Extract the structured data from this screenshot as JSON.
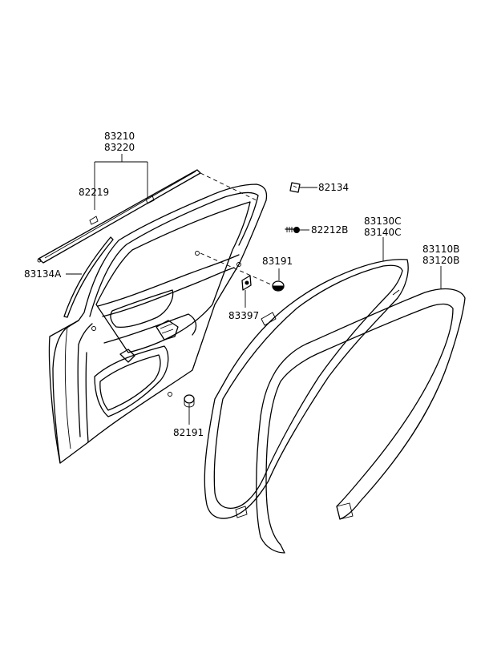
{
  "labels": {
    "p83210": "83210",
    "p83220": "83220",
    "p82219": "82219",
    "p82134": "82134",
    "p82212B": "82212B",
    "p83130C": "83130C",
    "p83140C": "83140C",
    "p83110B": "83110B",
    "p83120B": "83120B",
    "p83191": "83191",
    "p83134A": "83134A",
    "p83397": "83397",
    "p82191": "82191"
  }
}
